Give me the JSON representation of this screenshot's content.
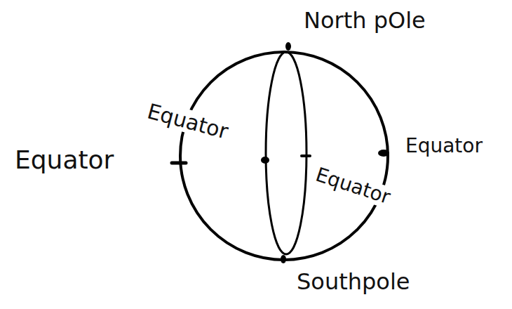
{
  "diagram": {
    "labels": [
      "North pOle",
      "Equator",
      "Equator",
      "Equator",
      "Equator",
      "Southpole"
    ]
  }
}
